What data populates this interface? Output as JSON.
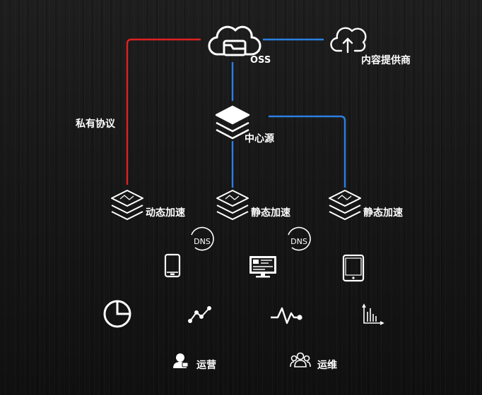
{
  "colors": {
    "private_link": "#e02020",
    "cdn_link": "#2b7fe0",
    "icon": "#ffffff",
    "background": "#181818"
  },
  "nodes": {
    "oss": {
      "label": "OSS",
      "icon": "cloud-storage-icon"
    },
    "provider": {
      "label": "内容提供商",
      "icon": "cloud-upload-icon"
    },
    "origin": {
      "label": "中心源",
      "icon": "layers-stack-icon"
    },
    "dynamic": {
      "label": "动态加速",
      "icon": "layers-chart-icon"
    },
    "static1": {
      "label": "静态加速",
      "icon": "layers-chart-icon"
    },
    "static2": {
      "label": "静态加速",
      "icon": "layers-chart-icon"
    }
  },
  "edges": {
    "private_protocol": {
      "label": "私有协议"
    }
  },
  "dns": {
    "label": "DNS",
    "icon": "dns-icon"
  },
  "devices": [
    "smartphone-icon",
    "desktop-monitor-icon",
    "tablet-icon"
  ],
  "analytics_icons": [
    "pie-chart-icon",
    "line-trend-icon",
    "pulse-wave-icon",
    "bar-chart-icon"
  ],
  "team": {
    "operations": {
      "label": "运营",
      "icon": "user-icon"
    },
    "maintenance": {
      "label": "运维",
      "icon": "group-icon"
    }
  }
}
